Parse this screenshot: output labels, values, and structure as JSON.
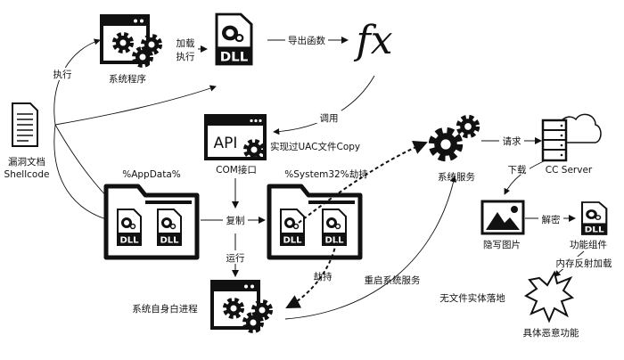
{
  "nodes": {
    "document": {
      "line1": "漏洞文档",
      "line2": "Shellcode"
    },
    "system_program": "系统程序",
    "dll_text": "DLL",
    "fx": "fx",
    "api_window": {
      "icon_text": "API",
      "caption": "COM接口",
      "note": "实现过UAC文件Copy"
    },
    "appdata_folder": "%AppData%",
    "system32_folder": "%System32%劫持",
    "white_process": "系统自身白进程",
    "system_service": "系统服务",
    "cc_server": "CC Server",
    "stego_image": "隐写图片",
    "feature_component": "功能组件",
    "malicious_function": "具体恶意功能",
    "fileless": "无文件实体落地"
  },
  "edges": {
    "execute": "执行",
    "load": "加载",
    "load2": "执行",
    "export_function": "导出函数",
    "call": "调用",
    "copy": "复制",
    "run": "运行",
    "hijack": "劫持",
    "restart_service": "重启系统服务",
    "request": "请求",
    "download": "下载",
    "decrypt": "解密",
    "reflective_load": "内存反射加载"
  },
  "colors": {
    "ink": "#111111",
    "background": "#ffffff"
  }
}
